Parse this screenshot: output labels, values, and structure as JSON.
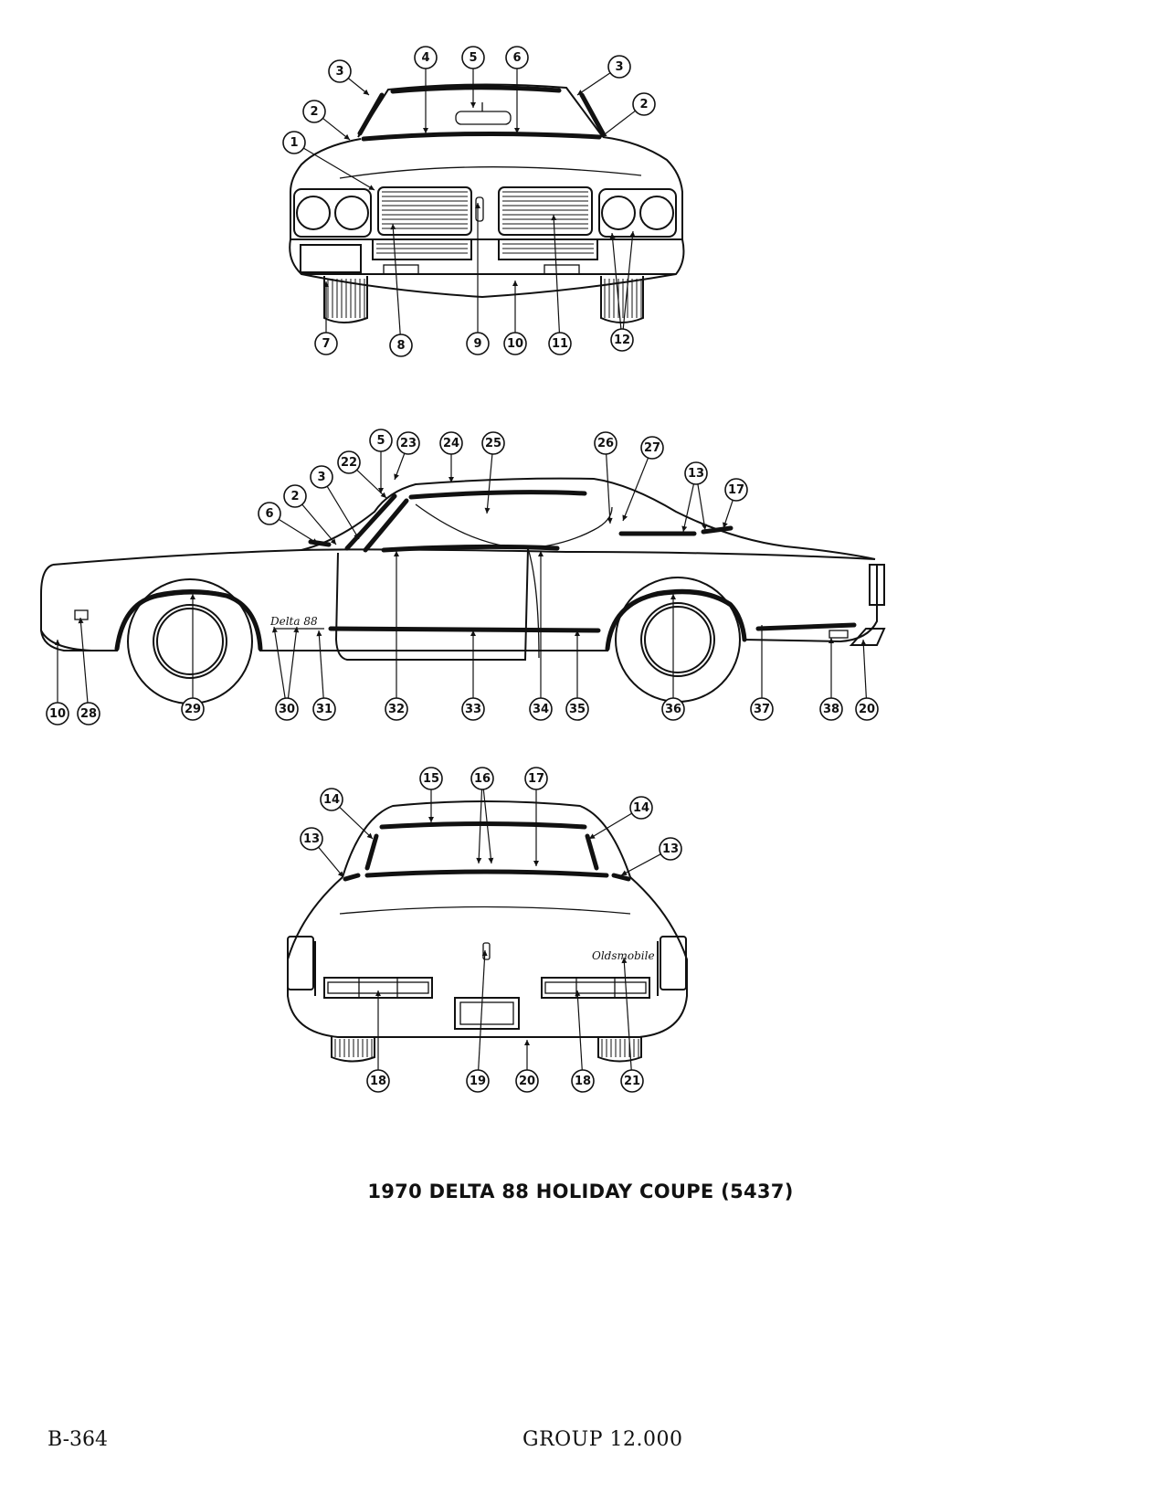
{
  "caption": "1970 DELTA 88 HOLIDAY COUPE (5437)",
  "footer": {
    "page_number": "B-364",
    "group": "GROUP 12.000"
  },
  "script_emblems": {
    "side": "Delta 88",
    "rear": "Oldsmobile"
  },
  "views": [
    {
      "name": "front",
      "callouts": [
        "3",
        "4",
        "5",
        "6",
        "3",
        "2",
        "2",
        "1",
        "7",
        "8",
        "9",
        "10",
        "11",
        "12"
      ]
    },
    {
      "name": "side",
      "callouts": [
        "5",
        "23",
        "24",
        "25",
        "26",
        "27",
        "22",
        "3",
        "13",
        "17",
        "2",
        "6",
        "10",
        "28",
        "29",
        "30",
        "31",
        "32",
        "33",
        "34",
        "35",
        "36",
        "37",
        "38",
        "20"
      ]
    },
    {
      "name": "rear",
      "callouts": [
        "15",
        "16",
        "17",
        "14",
        "14",
        "13",
        "13",
        "18",
        "19",
        "20",
        "18",
        "21"
      ]
    }
  ]
}
